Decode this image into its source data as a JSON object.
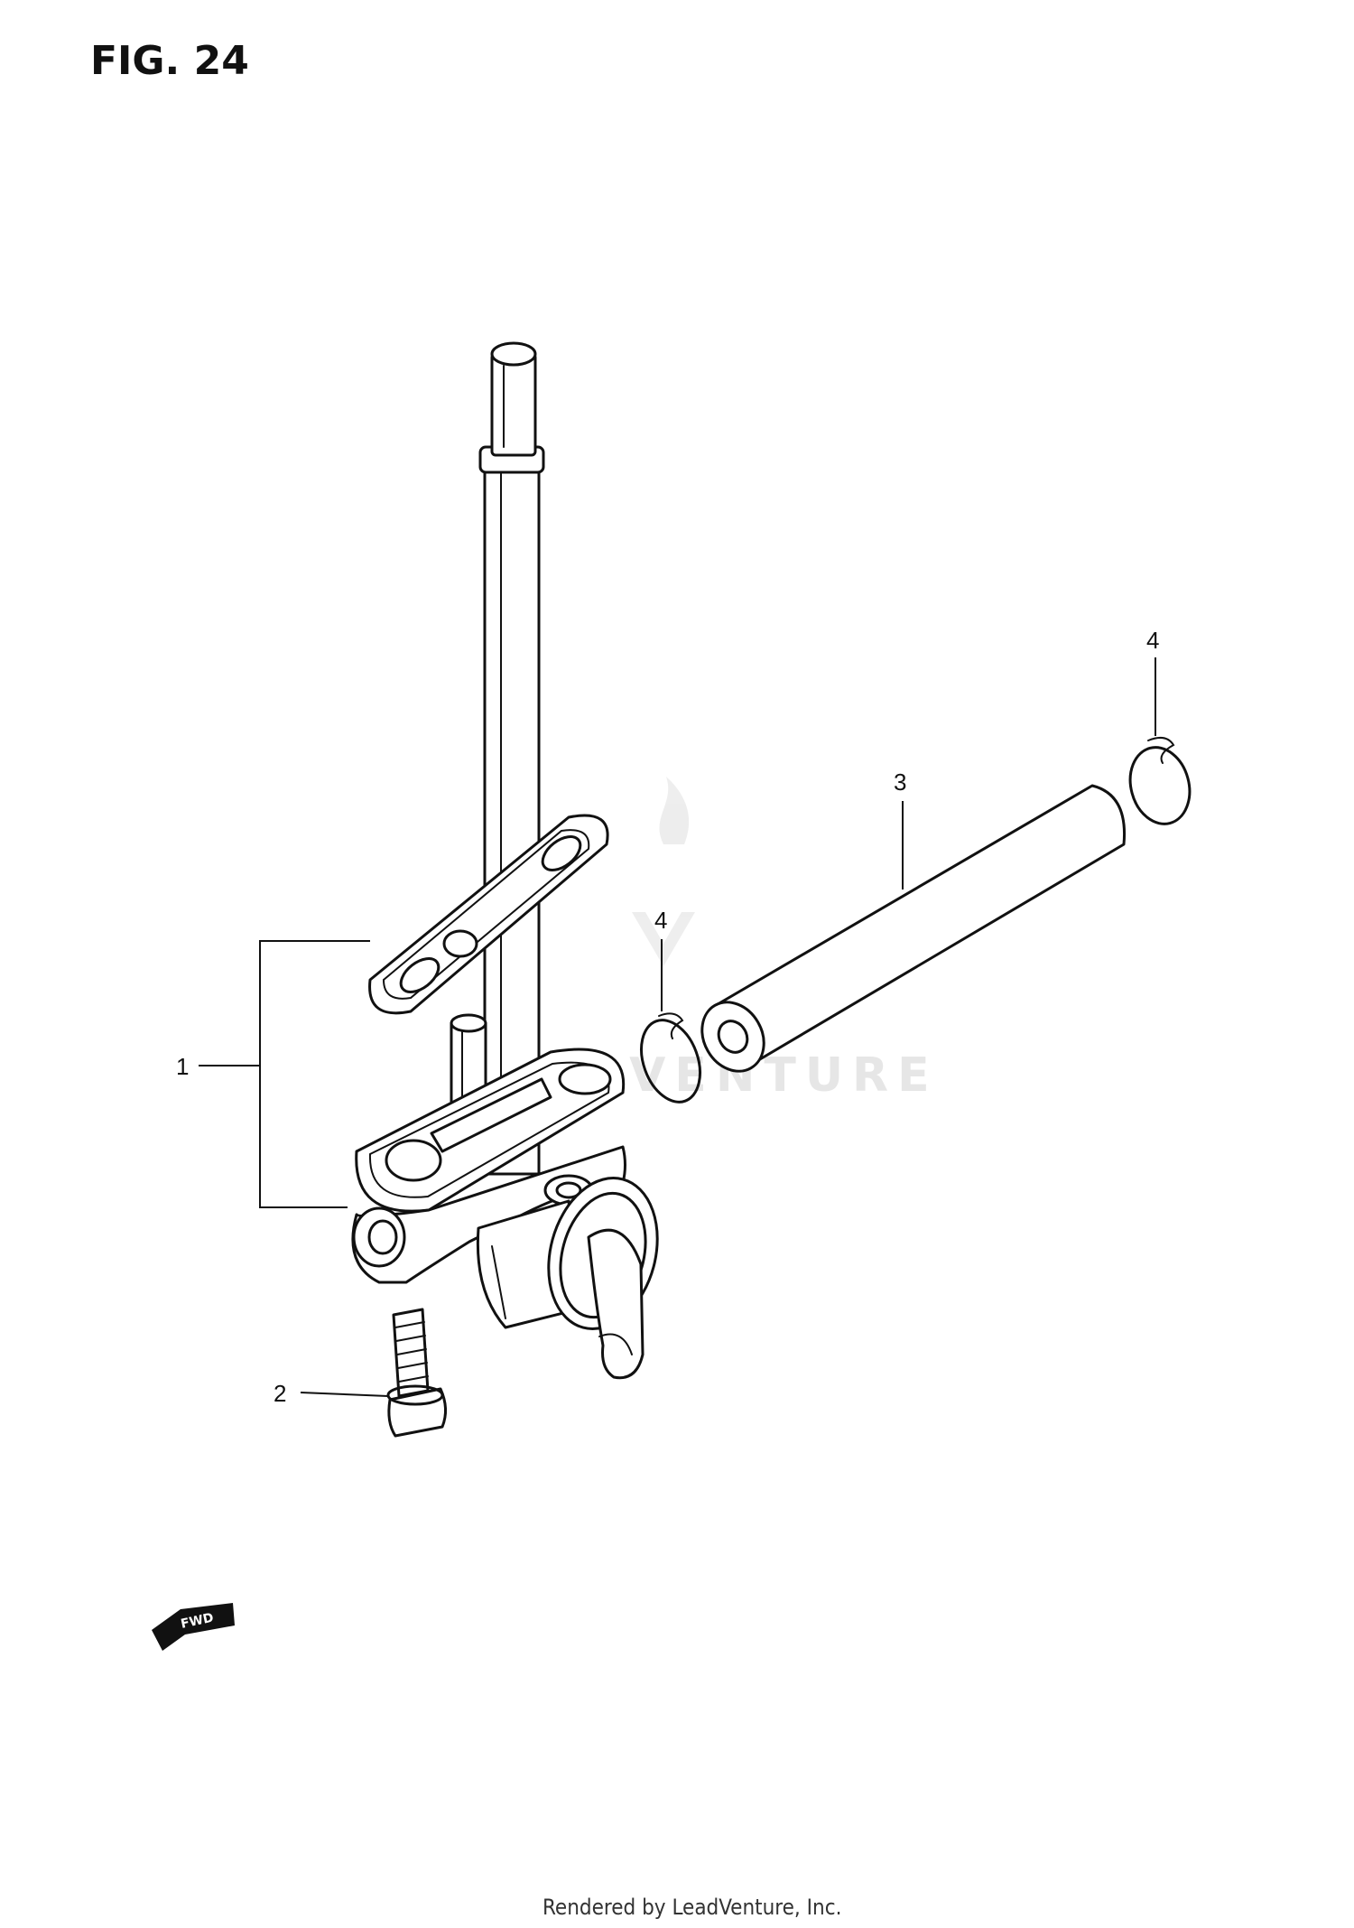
{
  "figure": {
    "title": "FIG. 24"
  },
  "callouts": [
    {
      "id": "1",
      "label": "1"
    },
    {
      "id": "2",
      "label": "2"
    },
    {
      "id": "3",
      "label": "3"
    },
    {
      "id": "4a",
      "label": "4"
    },
    {
      "id": "4b",
      "label": "4"
    }
  ],
  "fwd_badge": {
    "label": "FWD"
  },
  "watermark": {
    "text": "LEADVENTURE"
  },
  "footer": {
    "credit": "Rendered by LeadVenture, Inc."
  }
}
